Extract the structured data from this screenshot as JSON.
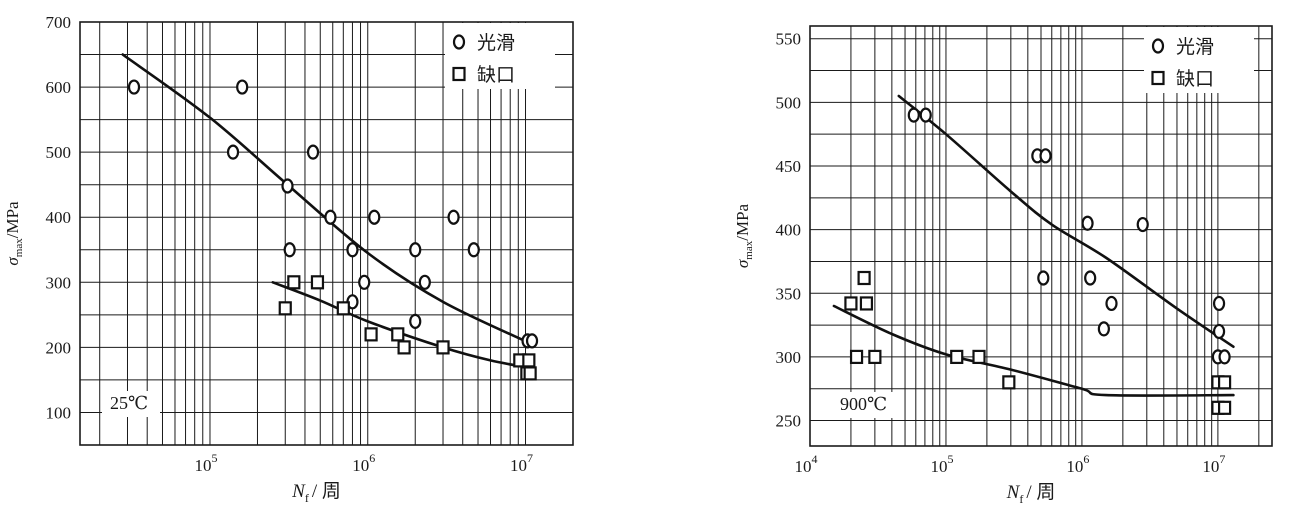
{
  "chart_data": [
    {
      "type": "scatter",
      "x_scale": "log",
      "xlim": [
        15000,
        20000000
      ],
      "ylim": [
        50,
        700
      ],
      "yticks": [
        100,
        200,
        300,
        400,
        500,
        600,
        700
      ],
      "xtick_labels": [
        {
          "value": 100000,
          "base": "10",
          "exp": "5"
        },
        {
          "value": 1000000,
          "base": "10",
          "exp": "6"
        },
        {
          "value": 10000000,
          "base": "10",
          "exp": "7"
        }
      ],
      "xlabel": {
        "main": "N",
        "sub": "f",
        "rest": "/ 周"
      },
      "ylabel": {
        "main": "σ",
        "sub": "max",
        "rest": "/MPa"
      },
      "annotation": "25℃",
      "legend": {
        "position": "top-right",
        "entries": [
          {
            "marker": "circle",
            "label": "光滑"
          },
          {
            "marker": "square",
            "label": "缺口"
          }
        ]
      },
      "series": [
        {
          "name": "光滑",
          "marker": "circle",
          "points": [
            [
              33000,
              600
            ],
            [
              160000,
              600
            ],
            [
              140000,
              500
            ],
            [
              450000,
              500
            ],
            [
              310000,
              448
            ],
            [
              320000,
              350
            ],
            [
              580000,
              400
            ],
            [
              1100000,
              400
            ],
            [
              800000,
              350
            ],
            [
              2000000,
              350
            ],
            [
              3500000,
              400
            ],
            [
              4700000,
              350
            ],
            [
              950000,
              300
            ],
            [
              2300000,
              300
            ],
            [
              800000,
              270
            ],
            [
              2000000,
              240
            ],
            [
              10300000,
              210
            ],
            [
              11000000,
              210
            ]
          ]
        },
        {
          "name": "缺口",
          "marker": "square",
          "points": [
            [
              300000,
              260
            ],
            [
              340000,
              300
            ],
            [
              480000,
              300
            ],
            [
              700000,
              260
            ],
            [
              1050000,
              220
            ],
            [
              1550000,
              220
            ],
            [
              1700000,
              200
            ],
            [
              3000000,
              200
            ],
            [
              9200000,
              180
            ],
            [
              10500000,
              180
            ],
            [
              10200000,
              160
            ],
            [
              10700000,
              160
            ]
          ]
        }
      ],
      "fit_curves": [
        {
          "for": "光滑",
          "points": [
            [
              28000,
              650
            ],
            [
              100000,
              553
            ],
            [
              300000,
              453
            ],
            [
              1000000,
              345
            ],
            [
              3000000,
              270
            ],
            [
              11000000,
              205
            ]
          ]
        },
        {
          "for": "缺口",
          "points": [
            [
              250000,
              300
            ],
            [
              500000,
              272
            ],
            [
              1000000,
              240
            ],
            [
              3000000,
              200
            ],
            [
              6000000,
              180
            ],
            [
              11500000,
              167
            ]
          ]
        }
      ]
    },
    {
      "type": "scatter",
      "x_scale": "log",
      "xlim": [
        10000,
        25000000
      ],
      "ylim": [
        230,
        560
      ],
      "yticks": [
        250,
        300,
        350,
        400,
        450,
        500,
        550
      ],
      "xtick_labels": [
        {
          "value": 10000,
          "base": "10",
          "exp": "4"
        },
        {
          "value": 100000,
          "base": "10",
          "exp": "5"
        },
        {
          "value": 1000000,
          "base": "10",
          "exp": "6"
        },
        {
          "value": 10000000,
          "base": "10",
          "exp": "7"
        }
      ],
      "xlabel": {
        "main": "N",
        "sub": "f",
        "rest": "/ 周"
      },
      "ylabel": {
        "main": "σ",
        "sub": "max",
        "rest": "/MPa"
      },
      "annotation": "900℃",
      "legend": {
        "position": "top-right",
        "entries": [
          {
            "marker": "circle",
            "label": "光滑"
          },
          {
            "marker": "square",
            "label": "缺口"
          }
        ]
      },
      "series": [
        {
          "name": "光滑",
          "marker": "circle",
          "points": [
            [
              58000,
              490
            ],
            [
              71000,
              490
            ],
            [
              470000,
              458
            ],
            [
              540000,
              458
            ],
            [
              1100000,
              405
            ],
            [
              2800000,
              404
            ],
            [
              520000,
              362
            ],
            [
              1150000,
              362
            ],
            [
              1650000,
              342
            ],
            [
              1450000,
              322
            ],
            [
              10200000,
              342
            ],
            [
              10200000,
              320
            ],
            [
              10000000,
              300
            ],
            [
              11200000,
              300
            ]
          ]
        },
        {
          "name": "缺口",
          "marker": "square",
          "points": [
            [
              20000,
              342
            ],
            [
              25000,
              362
            ],
            [
              26000,
              342
            ],
            [
              22000,
              300
            ],
            [
              30000,
              300
            ],
            [
              120000,
              300
            ],
            [
              175000,
              300
            ],
            [
              290000,
              280
            ],
            [
              10000000,
              280
            ],
            [
              11200000,
              280
            ],
            [
              10000000,
              260
            ],
            [
              11200000,
              260
            ]
          ]
        }
      ],
      "fit_curves": [
        {
          "for": "光滑",
          "points": [
            [
              45000,
              505
            ],
            [
              100000,
              475
            ],
            [
              300000,
              430
            ],
            [
              600000,
              404
            ],
            [
              1500000,
              378
            ],
            [
              5000000,
              338
            ],
            [
              13000000,
              308
            ]
          ]
        },
        {
          "for": "缺口",
          "points": [
            [
              15000,
              340
            ],
            [
              40000,
              318
            ],
            [
              100000,
              302
            ],
            [
              300000,
              290
            ],
            [
              1000000,
              275
            ],
            [
              1500000,
              270
            ],
            [
              13000000,
              270
            ]
          ]
        }
      ]
    }
  ]
}
